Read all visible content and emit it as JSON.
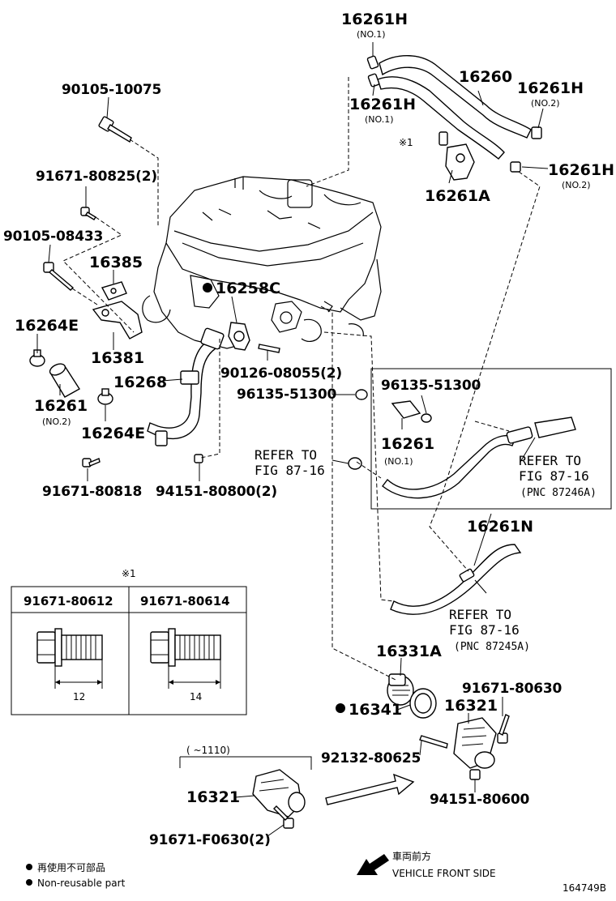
{
  "diagram_id": "164749B",
  "callouts": {
    "p16261H_top": {
      "number": "16261H",
      "sub": "(NO.1)"
    },
    "p16261H_mid": {
      "number": "16261H",
      "sub": "(NO.1)"
    },
    "p16261H_no2a": {
      "number": "16261H",
      "sub": "(NO.2)"
    },
    "p16261H_no2b": {
      "number": "16261H",
      "sub": "(NO.2)"
    },
    "p16260": {
      "number": "16260"
    },
    "p16261A": {
      "number": "16261A"
    },
    "p90105_10075": {
      "number": "90105-10075"
    },
    "p91671_80825": {
      "number": "91671-80825(2)"
    },
    "p90105_08433": {
      "number": "90105-08433"
    },
    "p16385": {
      "number": "16385"
    },
    "p16381": {
      "number": "16381"
    },
    "p16264E_a": {
      "number": "16264E"
    },
    "p16264E_b": {
      "number": "16264E"
    },
    "p16261_no2": {
      "number": "16261",
      "sub": "(NO.2)"
    },
    "p16268": {
      "number": "16268"
    },
    "p16258C": {
      "number": "16258C"
    },
    "p90126_08055": {
      "number": "90126-08055(2)"
    },
    "p96135_51300_a": {
      "number": "96135-51300"
    },
    "p96135_51300_b": {
      "number": "96135-51300"
    },
    "p16261_no1": {
      "number": "16261",
      "sub": "(NO.1)"
    },
    "p91671_80818": {
      "number": "91671-80818"
    },
    "p94151_80800": {
      "number": "94151-80800(2)"
    },
    "p16261N": {
      "number": "16261N"
    },
    "p16331A": {
      "number": "16331A"
    },
    "p16341": {
      "number": "16341"
    },
    "p91671_80630": {
      "number": "91671-80630"
    },
    "p16321_a": {
      "number": "16321"
    },
    "p92132_80625": {
      "number": "92132-80625"
    },
    "p94151_80600": {
      "number": "94151-80600"
    },
    "p16321_b": {
      "number": "16321"
    },
    "p91671_F0630": {
      "number": "91671-F0630(2)"
    }
  },
  "references": {
    "refer_left": {
      "line1": "REFER TO",
      "line2": "FIG 87-16"
    },
    "refer_right": {
      "line1": "REFER TO",
      "line2": "FIG 87-16",
      "line3": "(PNC 87246A)"
    },
    "refer_bottom": {
      "line1": "REFER TO",
      "line2": "FIG 87-16",
      "line3": "(PNC 87245A)"
    }
  },
  "asterisk_note": "※1",
  "bolt_table": {
    "mark": "※1",
    "columns": [
      {
        "part": "91671-80612",
        "dimension": "12"
      },
      {
        "part": "91671-80614",
        "dimension": "14"
      }
    ]
  },
  "production_range": "(    ~1110)",
  "legend": {
    "line1_jp": "再使用不可部品",
    "line2_en": "Non-reusable part"
  },
  "direction": {
    "jp": "車両前方",
    "en": "VEHICLE FRONT SIDE"
  },
  "colors": {
    "ink": "#000000",
    "paper": "#ffffff"
  }
}
